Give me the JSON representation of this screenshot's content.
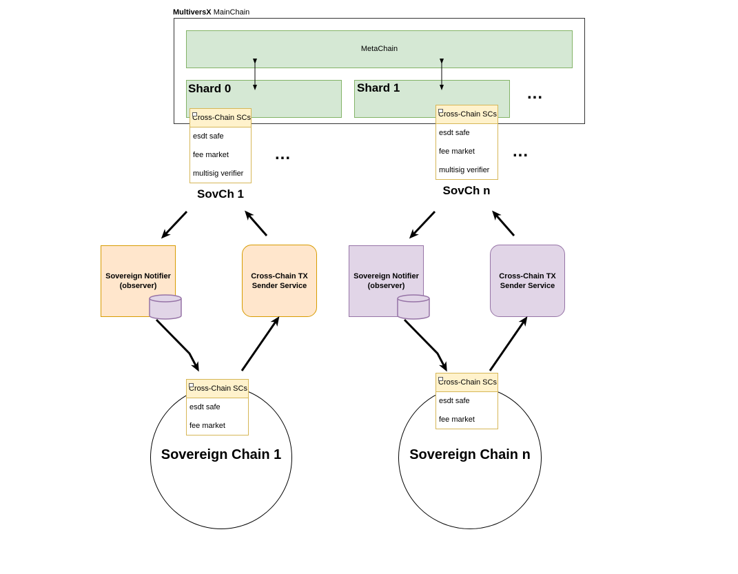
{
  "mainchain": {
    "brand": "MultiversX",
    "title": "MainChain"
  },
  "metachain": {
    "label": "MetaChain"
  },
  "shards": [
    "Shard 0",
    "Shard 1"
  ],
  "ellipsis": "...",
  "sc_header": "Cross-Chain SCs",
  "mainchain_sc_items": [
    "esdt safe",
    "fee market",
    "multisig verifier"
  ],
  "sovereign_sc_items": [
    "esdt safe",
    "fee market"
  ],
  "sovch_labels": [
    "SovCh 1",
    "SovCh n"
  ],
  "notifier": {
    "line1": "Sovereign Notifier",
    "line2": "(observer)"
  },
  "sender": {
    "line1": "Cross-Chain TX",
    "line2": "Sender Service"
  },
  "chains": [
    "Sovereign Chain 1",
    "Sovereign Chain n"
  ],
  "colors": {
    "green": "#d5e8d4",
    "orange": "#ffe6cc",
    "purple": "#e1d5e7",
    "yellow": "#fff2cc"
  }
}
